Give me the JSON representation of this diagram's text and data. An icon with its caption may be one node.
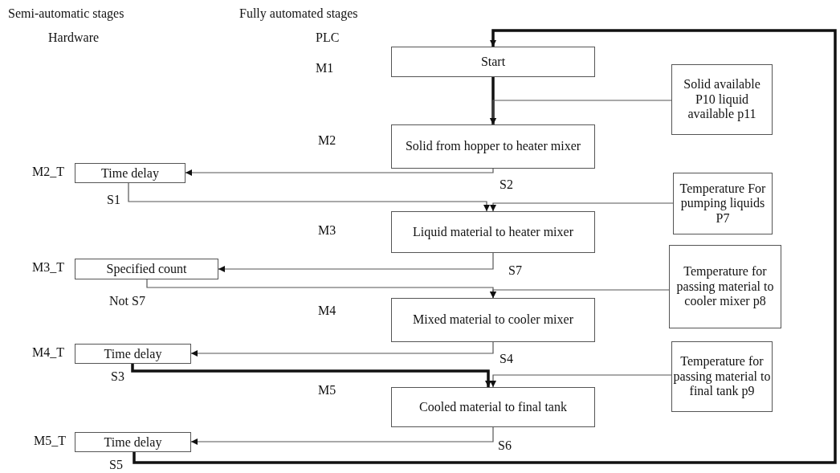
{
  "diagram": {
    "nodes": [
      {
        "text": [
          "Start"
        ]
      },
      {
        "text": [
          "Solid from hopper to heater mixer"
        ]
      },
      {
        "text": [
          "Liquid material to heater mixer"
        ]
      },
      {
        "text": [
          "Mixed material to cooler mixer"
        ]
      },
      {
        "text": [
          "Cooled material to final tank"
        ]
      },
      {
        "text": [
          "Time delay"
        ],
        "beside": [
          "M2_T"
        ]
      },
      {
        "text": [
          "Specified count"
        ],
        "beside": [
          "M3_T"
        ]
      },
      {
        "text": [
          "Time delay"
        ],
        "beside": [
          "M4_T"
        ]
      },
      {
        "text": [
          "Time delay"
        ],
        "beside": [
          "M5_T"
        ]
      },
      {
        "text": [
          "Solid available P10 liquid available p11"
        ]
      },
      {
        "text": [
          "Temperature For pumping liquids P7"
        ]
      },
      {
        "text": [
          "Temperature for passing material to cooler mixer p8"
        ]
      },
      {
        "text": [
          "Temperature for passing material to final tank p9"
        ]
      }
    ],
    "edges": [
      {
        "from": 0,
        "to": 1,
        "arrow": "to",
        "style": "thick"
      },
      {
        "from": 9,
        "to": 1,
        "arrow": "to"
      },
      {
        "from": 1,
        "to": 5,
        "arrow": "to"
      },
      {
        "from": 5,
        "to": 2,
        "arrow": "to"
      },
      {
        "from": 10,
        "to": 2,
        "arrow": "to"
      },
      {
        "from": 2,
        "to": 6,
        "arrow": "to"
      },
      {
        "from": 6,
        "to": 3,
        "arrow": "to"
      },
      {
        "from": 11,
        "to": 3,
        "arrow": "to"
      },
      {
        "from": 3,
        "to": 7,
        "arrow": "to"
      },
      {
        "from": 7,
        "to": 4,
        "arrow": "to",
        "style": "thick"
      },
      {
        "from": 12,
        "to": 4,
        "arrow": "to"
      },
      {
        "from": 4,
        "to": 8,
        "arrow": "to"
      },
      {
        "from": 8,
        "to": 0,
        "arrow": "to",
        "style": "thick"
      }
    ],
    "labels": [
      "Semi-automatic stages",
      "Hardware",
      "Fully automated stages",
      "PLC",
      "M1",
      "M2",
      "S2",
      "S1",
      "M3",
      "S7",
      "Not S7",
      "M4",
      "S4",
      "S3",
      "M5",
      "S6",
      "S5"
    ]
  }
}
